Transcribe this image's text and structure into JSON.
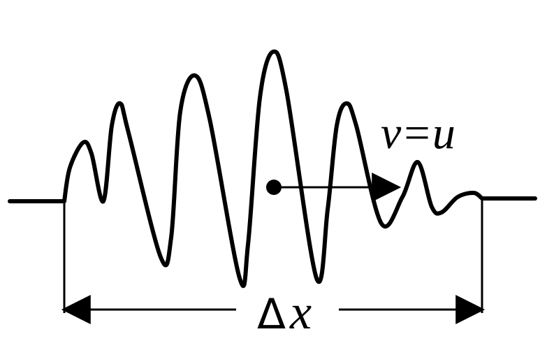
{
  "diagram": {
    "velocity_label": "v=u",
    "width_label_delta": "Δ",
    "width_label_x": "x",
    "stroke_color": "#000000",
    "background_color": "#ffffff"
  }
}
